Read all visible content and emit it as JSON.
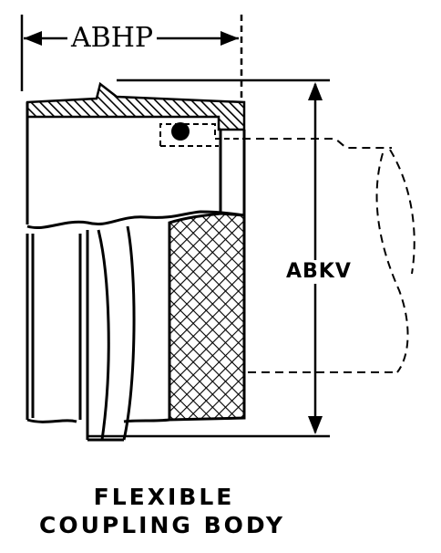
{
  "dimensions": {
    "width_label": "ABHP",
    "diameter_label": "ABKV"
  },
  "caption": {
    "line1": "FLEXIBLE",
    "line2": "COUPLING BODY"
  }
}
